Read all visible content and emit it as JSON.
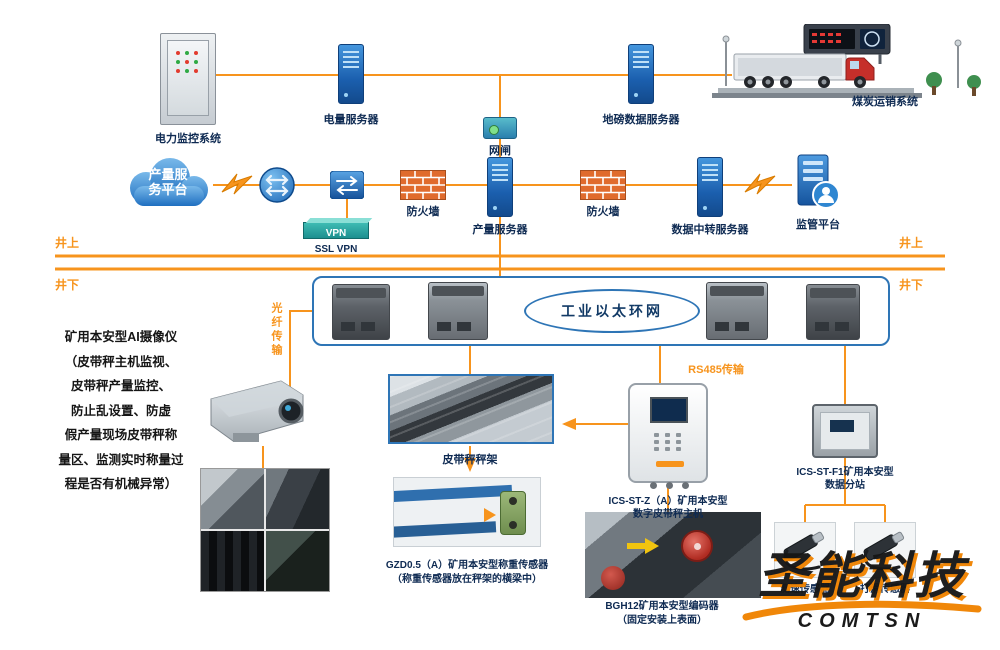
{
  "colors": {
    "accent_orange": "#F7941D",
    "line_blue": "#2E75B6"
  },
  "top": {
    "power_monitor_label": "电力监控系统",
    "power_server_label": "电量服务器",
    "gateway_label": "网闸",
    "weighbridge_server_label": "地磅数据服务器",
    "coal_sales_label": "煤炭运销系统"
  },
  "mid": {
    "cloud_label": "产量服务平台",
    "firewall1_label": "防火墙",
    "production_server_label": "产量服务器",
    "firewall2_label": "防火墙",
    "relay_server_label": "数据中转服务器",
    "supervision_label": "监管平台",
    "vpn_box_text": "VPN",
    "ssl_vpn_label": "SSL VPN"
  },
  "divider": {
    "above_left": "井上",
    "above_right": "井上",
    "below_left": "井下",
    "below_right": "井下"
  },
  "underground": {
    "ring_label": "工业以太环网",
    "fiber_label": "光纤传输",
    "rs485_label": "RS485传输",
    "camera_desc_lines": [
      "矿用本安型AI摄像仪",
      "（皮带秤主机监视、",
      "皮带秤产量监控、",
      "防止乱设置、防虚",
      "假产量现场皮带秤称",
      "量区、监测实时称量过",
      "程是否有机械异常）"
    ],
    "belt_scale_label": "皮带秤秤架",
    "host_label_1": "ICS-ST-Z（A）矿用本安型",
    "host_label_2": "数字皮带秤主机",
    "substation_label_1": "ICS-ST-F1矿用本安型",
    "substation_label_2": "数据分站",
    "loadcell_label_1": "GZD0.5（A）矿用本安型称重传感器",
    "loadcell_label_2": "（称重传感器放在秤架的横梁中）",
    "encoder_label_1": "BGH12矿用本安型编码器",
    "encoder_label_2": "（固定安装上表面）",
    "speed_sensor_label": "测速传感器",
    "slip_sensor_label": "打滑传感器"
  },
  "watermark": {
    "brand_cn": "圣能科技",
    "brand_en": "COMTSN"
  }
}
